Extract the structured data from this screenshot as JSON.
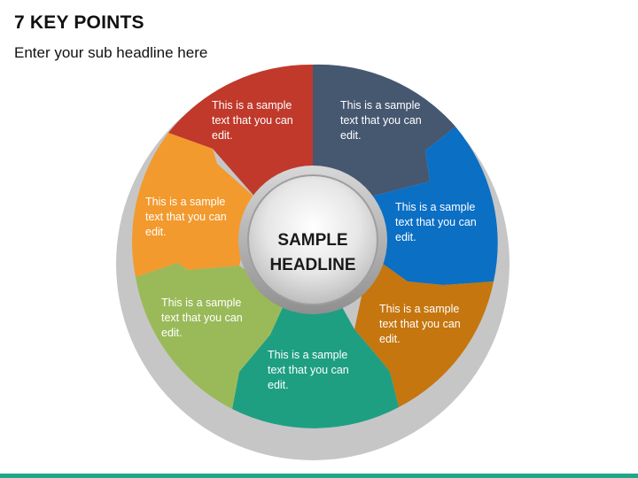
{
  "slide": {
    "title": "7 KEY POINTS",
    "subtitle": "Enter your sub headline here",
    "accent_color": "#1ea789"
  },
  "diagram": {
    "center": {
      "line1": "SAMPLE",
      "line2": "HEADLINE"
    },
    "segments": [
      {
        "name": "red",
        "color": "#c0392b",
        "lines": [
          "This is a sample",
          "text that you can",
          "edit."
        ]
      },
      {
        "name": "slate",
        "color": "#465770",
        "lines": [
          "This is a sample",
          "text that you can",
          "edit."
        ]
      },
      {
        "name": "blue",
        "color": "#0b6fc4",
        "lines": [
          "This is a sample",
          "text that you can",
          "edit."
        ]
      },
      {
        "name": "brown",
        "color": "#c5760e",
        "lines": [
          "This is a sample",
          "text that you can",
          "edit."
        ]
      },
      {
        "name": "teal",
        "color": "#1e9f82",
        "lines": [
          "This is a sample",
          "text that you can",
          "edit."
        ]
      },
      {
        "name": "green",
        "color": "#9aba5a",
        "lines": [
          "This is a sample",
          "text that you can",
          "edit."
        ]
      },
      {
        "name": "orange",
        "color": "#f29a2e",
        "lines": [
          "This is a sample",
          "text that you can",
          "edit."
        ]
      }
    ]
  }
}
